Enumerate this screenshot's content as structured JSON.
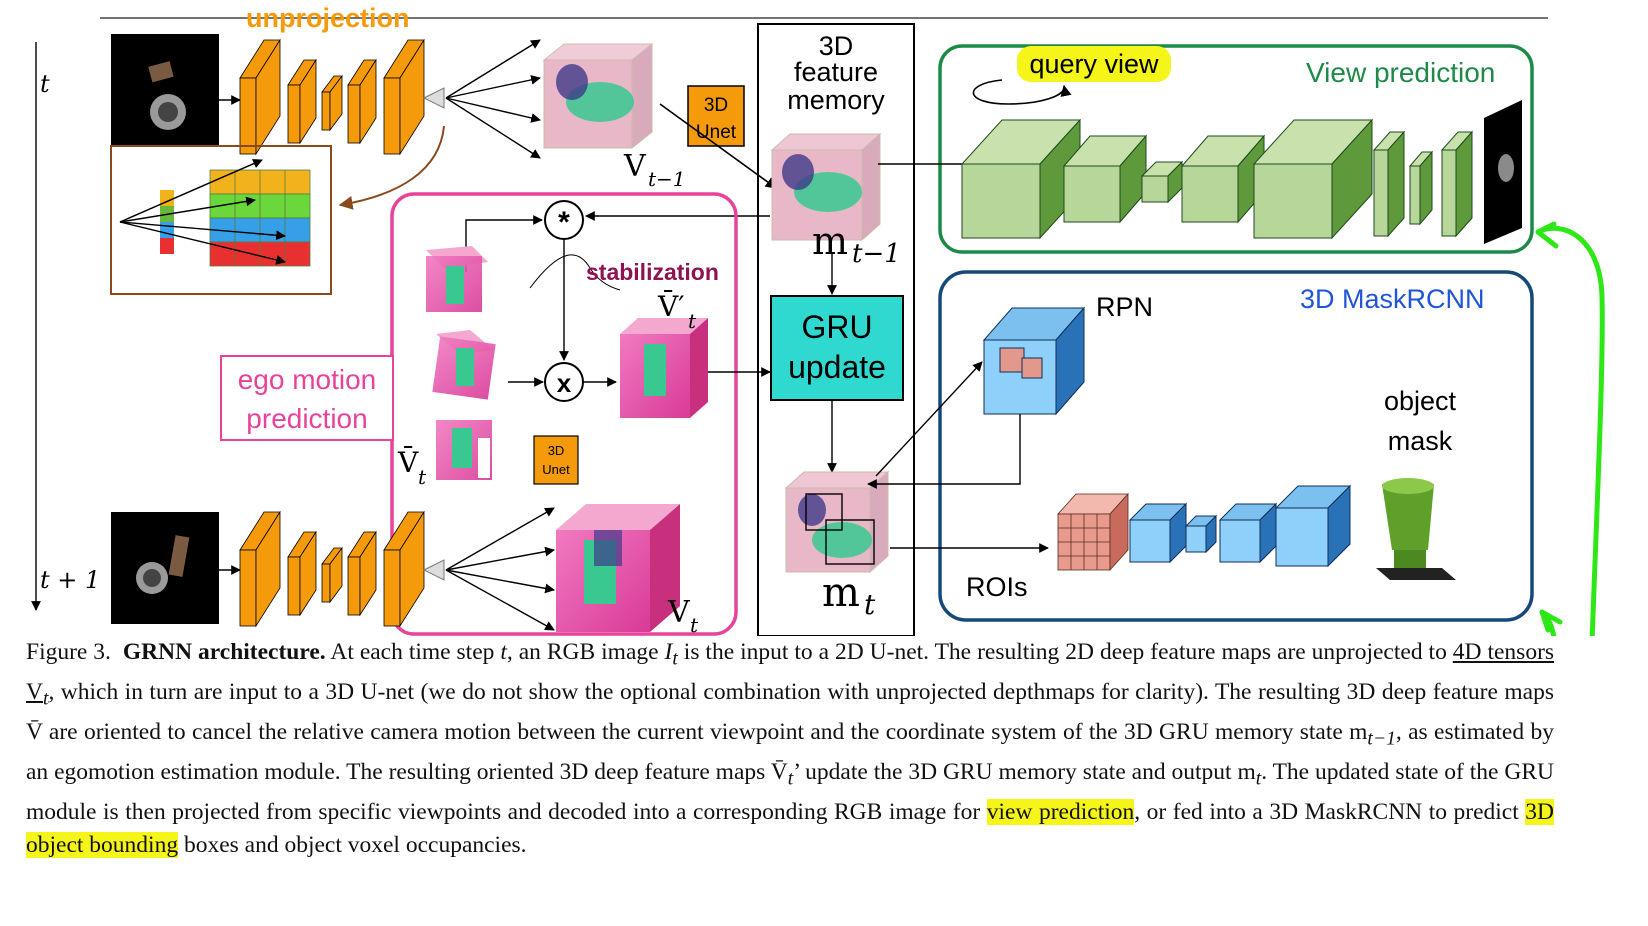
{
  "figure": {
    "top_label": "unprojection",
    "time_t": "t",
    "time_t1": "t + 1",
    "label_3d_unet_small": "3D\nUnet",
    "label_v_t_minus_1": "V",
    "label_v_t_minus_1_sub": "t−1",
    "feature_memory_title": "3D\nfeature\nmemory",
    "label_m_t_minus_1": "m",
    "label_m_t_minus_1_sub": "t−1",
    "gru_label": "GRU\nupdate",
    "label_m_t": "m",
    "label_m_t_sub": "t",
    "star_op": "*",
    "times_op": "x",
    "stabilization": "stabilization",
    "ego_motion": "ego motion\nprediction",
    "label_vbar_prime": "V̄′",
    "label_vbar_prime_sub": "t",
    "label_vbar": "V̄",
    "label_vbar_sub": "t",
    "label_v_t": "V",
    "label_v_t_sub": "t",
    "view_prediction_title": "View prediction",
    "query_view": "query view",
    "maskrcnn_title": "3D MaskRCNN",
    "rpn": "RPN",
    "rois": "ROIs",
    "object_mask": "object\nmask"
  },
  "caption": {
    "fig_no": "Figure 3.",
    "title": "GRNN architecture.",
    "s1": "At each time step",
    "t": "t",
    "s2": ", an RGB image",
    "It": "I",
    "It_sub": "t",
    "s3": "is the input to a 2D U-net. The resulting 2D deep feature maps are unprojected to",
    "underlined": "4D tensors V",
    "underlined_sub": "t",
    "s4": ", which in turn are input to a 3D U-net (we do not show the optional combination with unprojected depthmaps for clarity). The resulting 3D deep feature maps V̄ are oriented to cancel the relative camera motion between the current viewpoint and the coordinate system of the 3D GRU memory state m",
    "m_sub1": "t−1",
    "s5": ", as estimated by an egomotion estimation module. The resulting oriented 3D deep feature maps V̄",
    "vbar_sub": "t",
    "s6": "’ update the 3D GRU memory state and output m",
    "m_sub2": "t",
    "s7": ". The updated state of the GRU module is then projected from specific viewpoints and decoded into a corresponding RGB image for",
    "hl1": "view prediction",
    "s8": ", or fed into a 3D MaskRCNN to predict",
    "hl2": "3D object bounding",
    "s9": "boxes and object voxel occupancies."
  },
  "colors": {
    "orange": "#f59a0a",
    "pink": "#e8439a",
    "green_box": "#1e8a48",
    "green_cube": "#b7d69a",
    "blue_box": "#15497a",
    "blue_text": "#1f55d6",
    "blue_cube": "#7cc0f0",
    "teal": "#2fd9cf",
    "highlight": "#f5f51a",
    "annotation_green": "#2de816",
    "crimson": "#8e1350",
    "brown": "#8b4a1c"
  }
}
